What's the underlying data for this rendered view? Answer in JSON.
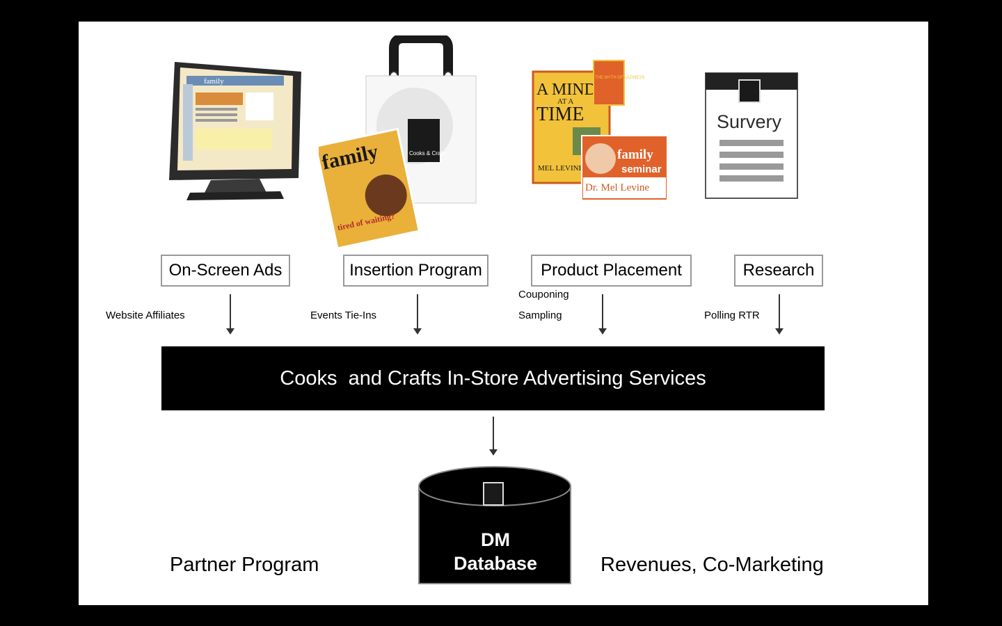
{
  "icons": {
    "monitor": "monitor-icon",
    "bag": "shopping-bag-icon",
    "books": "books-icon",
    "survey": "survey-document-icon"
  },
  "illustrations": {
    "monitor_screen_text": "family",
    "magazine_title": "family",
    "magazine_tagline": "tired of waiting?",
    "bag_logo": "Cooks & Crafts",
    "book_title_line1": "A MIND",
    "book_title_line2": "AT A",
    "book_title_line3": "TIME",
    "book_author": "MEL LEVINE",
    "book2_title": "THE MYTH OF LAZINESS",
    "seminar_line1": "family",
    "seminar_line2": "seminar",
    "seminar_name": "Dr. Mel Levine",
    "survey_title": "Survery"
  },
  "boxes": {
    "onscreen": "On-Screen Ads",
    "insertion": "Insertion Program",
    "placement": "Product Placement",
    "research": "Research"
  },
  "sublabels": {
    "website": "Website Affiliates",
    "events": "Events Tie-Ins",
    "couponing": "Couponing",
    "sampling": "Sampling",
    "polling": "Polling RTR"
  },
  "services_bar": "Cooks  and Crafts In-Store Advertising Services",
  "database": {
    "line1": "DM",
    "line2": "Database"
  },
  "partner": "Partner Program",
  "revenues": "Revenues, Co-Marketing",
  "colors": {
    "bar": "#000000",
    "book_orange": "#e0622a",
    "book_yellow": "#f2c23a"
  }
}
